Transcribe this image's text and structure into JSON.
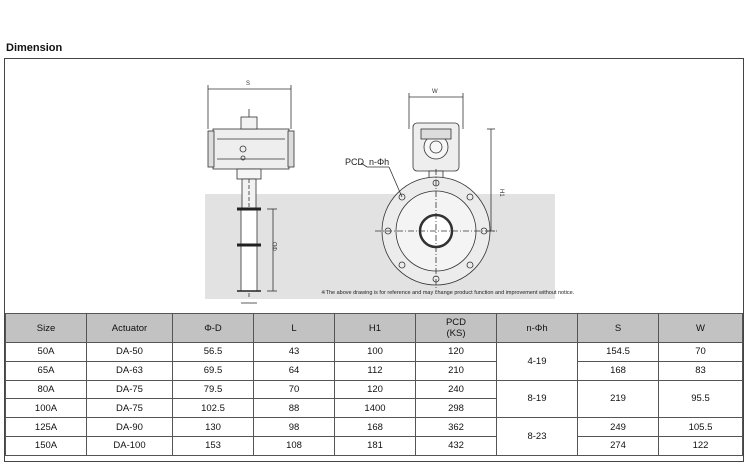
{
  "section_title": "Dimension",
  "drawing": {
    "dim_s": "S",
    "dim_w": "W",
    "dim_h1": "H1",
    "dim_d": "ΦD",
    "label_pcd": "PCD",
    "label_holes": "n-Φh",
    "note": "※The above drawing is for reference and may change product function and improvement without notice."
  },
  "table": {
    "headers": {
      "size": "Size",
      "actuator": "Actuator",
      "d": "Φ-D",
      "l": "L",
      "h1": "H1",
      "pcd_line1": "PCD",
      "pcd_line2": "(KS)",
      "nh": "n-Φh",
      "s": "S",
      "w": "W"
    },
    "rows": [
      {
        "size": "50A",
        "actuator": "DA-50",
        "d": "56.5",
        "l": "43",
        "h1": "100",
        "pcd": "120"
      },
      {
        "size": "65A",
        "actuator": "DA-63",
        "d": "69.5",
        "l": "64",
        "h1": "112",
        "pcd": "210"
      },
      {
        "size": "80A",
        "actuator": "DA-75",
        "d": "79.5",
        "l": "70",
        "h1": "120",
        "pcd": "240"
      },
      {
        "size": "100A",
        "actuator": "DA-75",
        "d": "102.5",
        "l": "88",
        "h1": "1400",
        "pcd": "298"
      },
      {
        "size": "125A",
        "actuator": "DA-90",
        "d": "130",
        "l": "98",
        "h1": "168",
        "pcd": "362"
      },
      {
        "size": "150A",
        "actuator": "DA-100",
        "d": "153",
        "l": "108",
        "h1": "181",
        "pcd": "432"
      }
    ],
    "nh_groups": [
      "4-19",
      "8-19",
      "8-23"
    ],
    "s_values": [
      "154.5",
      "168",
      "219",
      "249",
      "274"
    ],
    "w_values": [
      "70",
      "83",
      "95.5",
      "105.5",
      "122"
    ]
  }
}
